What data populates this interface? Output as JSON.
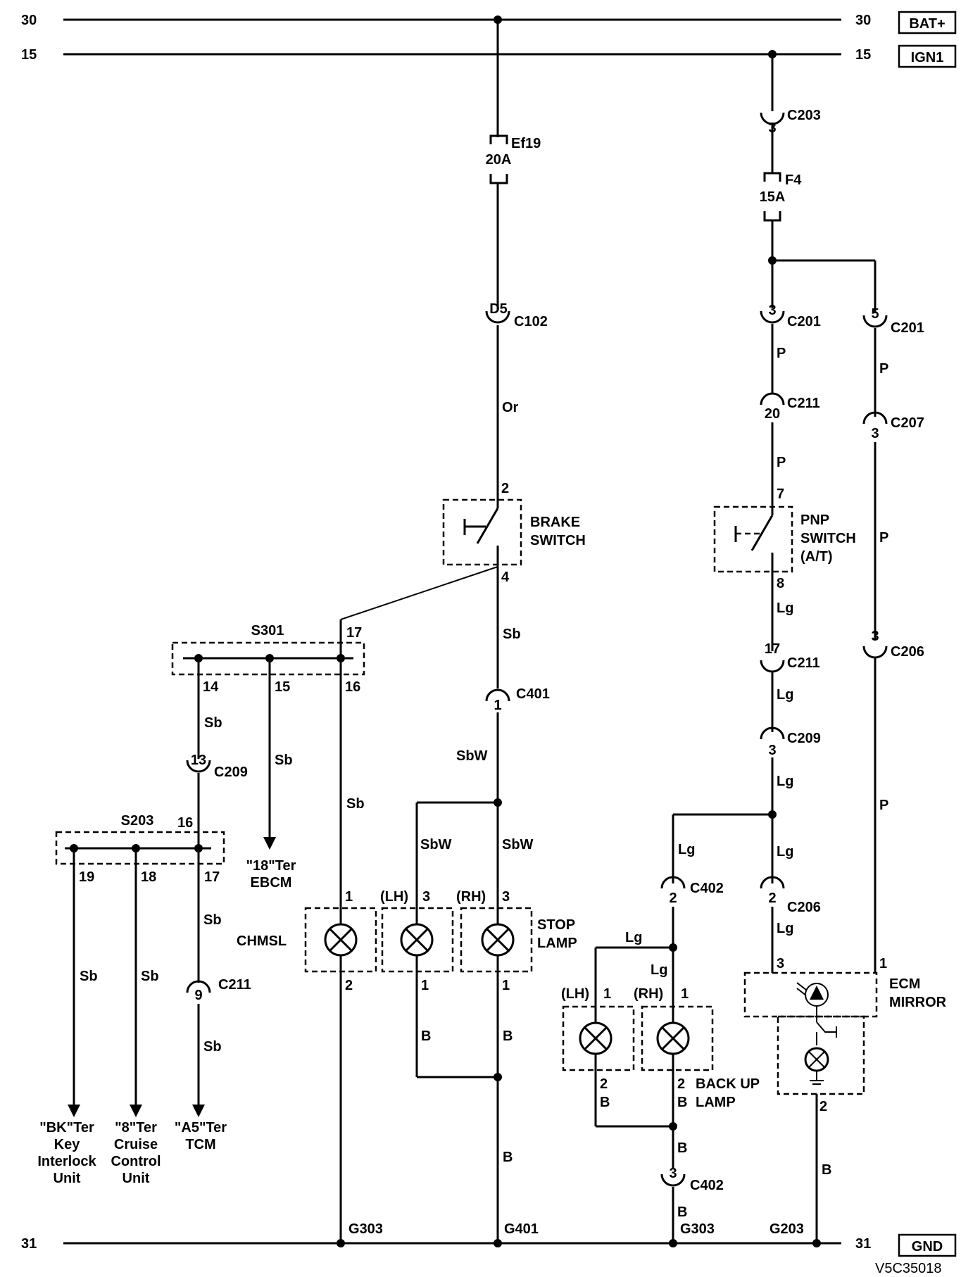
{
  "rails": {
    "top1": {
      "left": "30",
      "right": "30",
      "tag": "BAT+"
    },
    "top2": {
      "left": "15",
      "right": "15",
      "tag": "IGN1"
    },
    "bottom": {
      "left": "31",
      "right": "31",
      "tag": "GND"
    }
  },
  "fuses": {
    "ef19": {
      "name": "Ef19",
      "rating": "20A"
    },
    "f4": {
      "name": "F4",
      "rating": "15A"
    }
  },
  "connectors": {
    "c102": {
      "pin": "D5",
      "name": "C102"
    },
    "c203": {
      "pin": "3",
      "name": "C203"
    },
    "c201a": {
      "pin": "3",
      "name": "C201"
    },
    "c201b": {
      "pin": "5",
      "name": "C201"
    },
    "c211a": {
      "pin": "20",
      "name": "C211"
    },
    "c207": {
      "pin": "3",
      "name": "C207"
    },
    "c211b": {
      "pin": "17",
      "name": "C211"
    },
    "c206a": {
      "pin": "3",
      "name": "C206"
    },
    "c209b": {
      "pin": "3",
      "name": "C209"
    },
    "c401": {
      "pin": "1",
      "name": "C401"
    },
    "c209a": {
      "pin": "13",
      "name": "C209"
    },
    "c211c": {
      "pin": "9",
      "name": "C211"
    },
    "c402a": {
      "pin": "2",
      "name": "C402"
    },
    "c206b": {
      "pin": "2",
      "name": "C206"
    },
    "c402b": {
      "pin": "3",
      "name": "C402"
    }
  },
  "wires": {
    "or": "Or",
    "sb1": "Sb",
    "sbw1": "SbW",
    "sbw2": "SbW",
    "sbw3": "SbW",
    "sb_s301_16": "Sb",
    "sb_14": "Sb",
    "sb_15": "Sb",
    "sb_17": "Sb",
    "sb_19": "Sb",
    "sb_18": "Sb",
    "sb_c211": "Sb",
    "b1": "B",
    "b2": "B",
    "b3": "B",
    "b4": "B",
    "b5": "B",
    "b6": "B",
    "b7": "B",
    "b8": "B",
    "p1": "P",
    "p2": "P",
    "p3": "P",
    "p4": "P",
    "p5": "P",
    "lg1": "Lg",
    "lg2": "Lg",
    "lg3": "Lg",
    "lg4": "Lg",
    "lg5": "Lg",
    "lg6": "Lg",
    "lg7": "Lg",
    "lg8": "Lg"
  },
  "brake_switch": {
    "label1": "BRAKE",
    "label2": "SWITCH",
    "pin_top": "2",
    "pin_bottom": "4"
  },
  "pnp_switch": {
    "label1": "PNP",
    "label2": "SWITCH",
    "label3": "(A/T)",
    "pin_top": "7",
    "pin_bottom": "8"
  },
  "s301": {
    "name": "S301",
    "pin17": "17",
    "pin14": "14",
    "pin15": "15",
    "pin16": "16"
  },
  "s203": {
    "name": "S203",
    "pin16": "16",
    "pin19": "19",
    "pin18": "18",
    "pin17": "17"
  },
  "ebcm": {
    "line1": "\"18\"Ter",
    "line2": "EBCM"
  },
  "dest_key": {
    "line1": "\"BK\"Ter",
    "line2": "Key",
    "line3": "Interlock",
    "line4": "Unit"
  },
  "dest_cruise": {
    "line1": "\"8\"Ter",
    "line2": "Cruise",
    "line3": "Control",
    "line4": "Unit"
  },
  "dest_tcm": {
    "line1": "\"A5\"Ter",
    "line2": "TCM"
  },
  "chmsl": {
    "label": "CHMSL",
    "pin_top": "1",
    "pin_bottom": "2"
  },
  "stop_lamp": {
    "label1": "STOP",
    "label2": "LAMP",
    "lh": "(LH)",
    "rh": "(RH)",
    "lh_pin_top": "3",
    "rh_pin_top": "3",
    "lh_pin_bottom": "1",
    "rh_pin_bottom": "1"
  },
  "backup_lamp": {
    "label1": "BACK UP",
    "label2": "LAMP",
    "lh": "(LH)",
    "rh": "(RH)",
    "lh_pin_top": "1",
    "rh_pin_top": "1",
    "lh_pin_bottom": "2",
    "rh_pin_bottom": "2"
  },
  "ecm_mirror": {
    "label1": "ECM",
    "label2": "MIRROR",
    "pin3": "3",
    "pin1": "1",
    "pin2": "2"
  },
  "grounds": {
    "g303a": "G303",
    "g401": "G401",
    "g303b": "G303",
    "g203": "G203"
  },
  "diagram_code": "V5C35018"
}
